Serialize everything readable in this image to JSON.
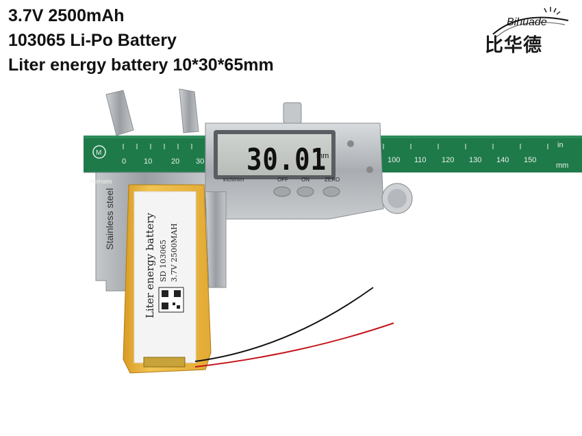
{
  "headline": {
    "line1": "3.7V 2500mAh",
    "line2": "103065 Li-Po Battery",
    "line3": "Liter energy battery 10*30*65mm"
  },
  "logo": {
    "english": "Bihuade",
    "chinese": "比华德"
  },
  "caliper": {
    "reading": "30.01",
    "unit": "mm",
    "buttons": [
      "inch/mm",
      "OFF",
      "ON",
      "ZERO"
    ],
    "brand": "meinaite",
    "jaw_text": "Stainless steel",
    "scale_mm": [
      "0",
      "10",
      "20",
      "30"
    ],
    "scale_mm_right": [
      "100",
      "110",
      "120",
      "130",
      "140",
      "150"
    ],
    "scale_in_label": "in",
    "scale_mm_label": "mm"
  },
  "battery": {
    "label_line1": "Liter energy battery",
    "label_line2": "SD 103065",
    "label_line3": "3.7V 2500MAH"
  },
  "colors": {
    "scale_green": "#1f7a4a",
    "battery_yellow": "#e8b23a",
    "caliper_silver": "#b8bcc0"
  }
}
